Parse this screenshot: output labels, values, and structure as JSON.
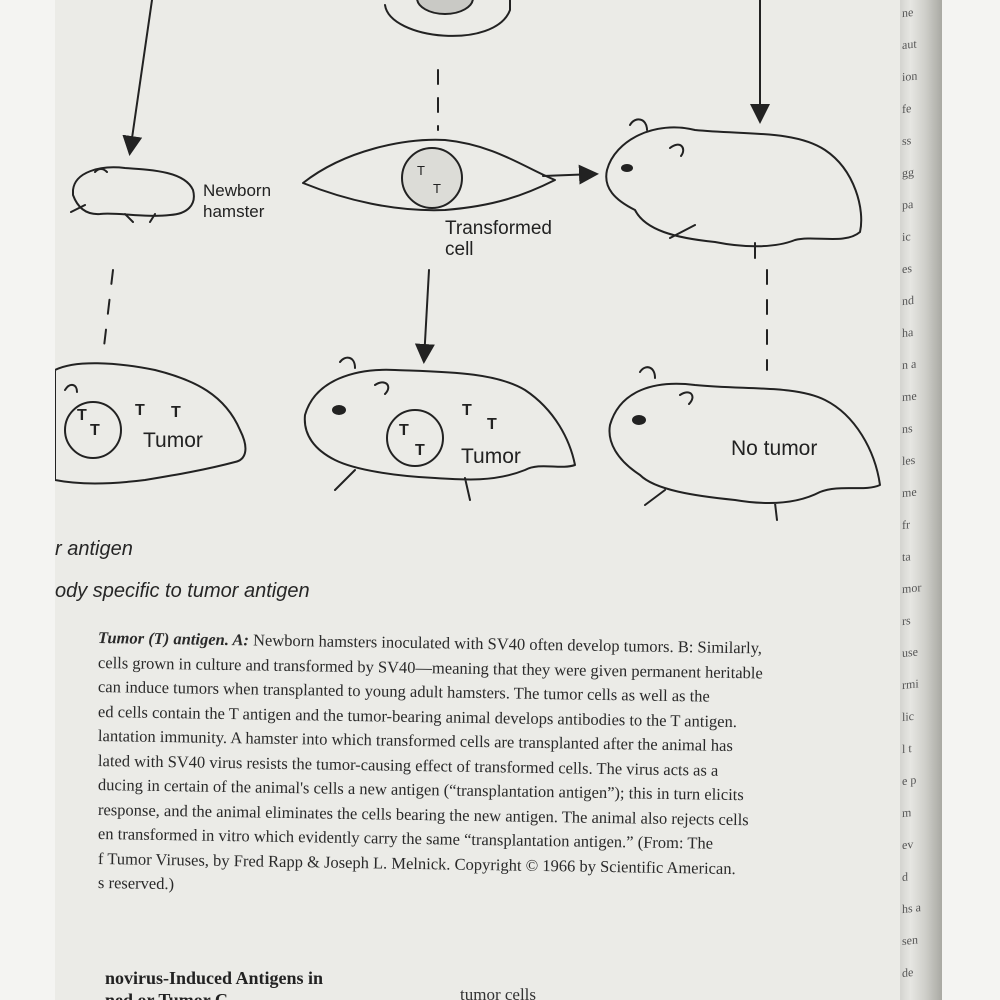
{
  "figure": {
    "labels": {
      "newborn_hamster": "Newborn\nhamster",
      "transformed_cell": "Transformed\ncell",
      "tumor_left": "Tumor",
      "tumor_middle": "Tumor",
      "no_tumor": "No tumor",
      "t_mark": "T"
    },
    "legend": [
      "r antigen",
      "ody specific to tumor antigen"
    ]
  },
  "caption": {
    "lines": [
      {
        "bold": "Tumor (T) antigen. A:",
        "text": " Newborn hamsters inoculated with SV40 often develop tumors. B: Similarly,"
      },
      {
        "text": "cells grown in culture and transformed by SV40—meaning that they were given permanent heritable"
      },
      {
        "text": "can induce tumors when transplanted to young adult hamsters. The tumor cells as well as the"
      },
      {
        "text": "ed cells contain the T antigen and the tumor-bearing animal develops antibodies to the T antigen."
      },
      {
        "text": "lantation immunity. A hamster into which transformed cells are transplanted after the animal has"
      },
      {
        "text": "lated with SV40 virus resists the tumor-causing effect of transformed cells. The virus acts as a"
      },
      {
        "text": "ducing in certain of the animal's cells a new antigen (“transplantation antigen”); this in turn elicits"
      },
      {
        "text": "response, and the animal eliminates the cells bearing the new antigen. The animal also rejects cells"
      },
      {
        "text": "en transformed in vitro which evidently carry the same “transplantation antigen.” (From: The"
      },
      {
        "text": "f Tumor Viruses, by Fred Rapp & Joseph L. Melnick. Copyright © 1966 by Scientific American."
      },
      {
        "text": "s reserved.)"
      }
    ]
  },
  "section_heading": {
    "line1": "novirus-Induced Antigens in",
    "line2": "ned or Tumor C"
  },
  "footer_text": "tumor   cells",
  "gutter_fragments": [
    "ne",
    "aut",
    "ion",
    "fe",
    "ss",
    "gg",
    "pa",
    "ic",
    "es",
    "nd",
    "ha",
    "n a",
    "me",
    "ns",
    "les",
    "me",
    "fr",
    "ta",
    "mor",
    "rs",
    "use",
    "rmi",
    "lic",
    "l t",
    "e p",
    "m",
    "ev",
    "d",
    "hs a",
    "sen",
    "de"
  ]
}
